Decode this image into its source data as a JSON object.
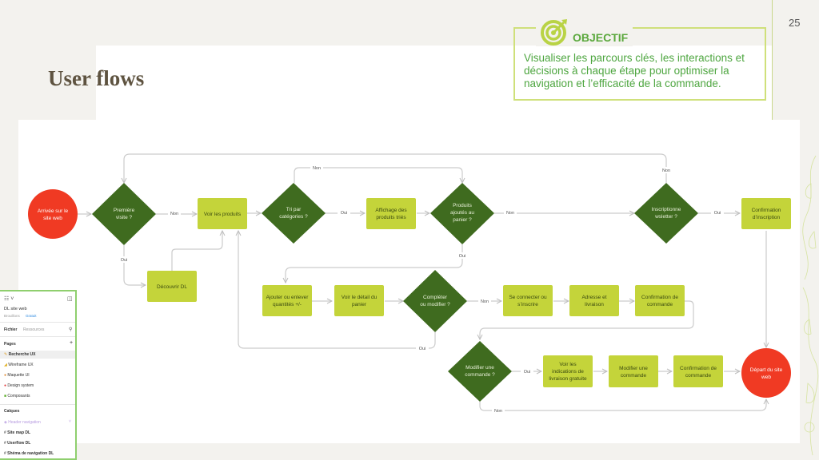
{
  "slide": {
    "title": "User flows",
    "page_number": "25"
  },
  "objective": {
    "icon": "target-icon",
    "title": "OBJECTIF",
    "text": "Visualiser les parcours clés, les interactions et décisions à chaque étape pour optimiser la navigation et l’efficacité de la commande."
  },
  "colors": {
    "background": "#f3f2ee",
    "title": "#5e5340",
    "objective_green": "#5aa83c",
    "objective_border": "#cfe07a",
    "terminal_red": "#f03a23",
    "decision_green": "#3f6b1f",
    "process_lime": "#c4d43a",
    "connector_gray": "#c8c8c8"
  },
  "flow": {
    "nodes": {
      "start": "Arrivée sur le site web",
      "first_visit": "Première visite ?",
      "discover": "Découvrir DL",
      "view_products": "Voir les produits",
      "sort_categories": "Tri par catégories ?",
      "sorted_display": "Affichage des produits triés",
      "added_cart": "Produits ajoutés au panier ?",
      "newsletter": "Inscriptionne wsletter ?",
      "confirm_signup": "Confirmation d’inscription",
      "add_remove_qty": "Ajouter ou enlever quantités +/-",
      "cart_detail": "Voir le détail du panier",
      "complete_modify": "Compléter ou modifier ?",
      "login_signup": "Se connecter ou s’inscrire",
      "address_delivery": "Adresse et livraison",
      "confirm_order": "Confirmation de commande",
      "modify_order_q": "Modifier une commande ?",
      "free_shipping": "Voir les indications de livraison gratuite",
      "modify_order": "Modifier une commande",
      "confirm_order2": "Confirmation de commande",
      "exit": "Départ du site web"
    },
    "labels": {
      "yes": "Oui",
      "no": "Non"
    }
  },
  "figma_panel": {
    "file_name": "DL site web",
    "draft_label": "Brouillons",
    "plan_label": "Gratuit",
    "tabs": [
      "Fichier",
      "Ressources"
    ],
    "pages_header": "Pages",
    "pages": [
      {
        "icon": "pencil-emoji-icon",
        "label": "Recherche UX",
        "active": true
      },
      {
        "icon": "ruler-emoji-icon",
        "label": "Wireframe UX",
        "active": false
      },
      {
        "icon": "palette-emoji-icon",
        "label": "Maquette UI",
        "active": false
      },
      {
        "icon": "target-emoji-icon",
        "label": "Design system",
        "active": false
      },
      {
        "icon": "puzzle-emoji-icon",
        "label": "Composants",
        "active": false
      }
    ],
    "layers_header": "Calques",
    "layers": [
      {
        "icon": "section-icon",
        "label": "Header navigation",
        "highlight": true
      },
      {
        "icon": "frame-icon",
        "label": "Site map DL",
        "highlight": false
      },
      {
        "icon": "frame-icon",
        "label": "Userflow DL",
        "highlight": false
      },
      {
        "icon": "frame-icon",
        "label": "Shéma de navigation DL",
        "highlight": false
      }
    ]
  }
}
